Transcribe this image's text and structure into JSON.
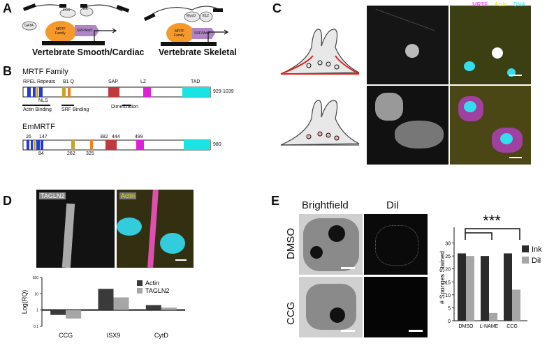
{
  "panels": {
    "a": {
      "label": "A",
      "left_title": "Vertebrate Smooth/Cardiac",
      "right_title": "Vertebrate Skeletal",
      "left_nodes": [
        "FOX",
        "NK",
        "GATA",
        "MRTF",
        "Family",
        "SRF/Mef2"
      ],
      "right_nodes": [
        "MyoD",
        "E12",
        "MRTF",
        "Family",
        "SRF/Mef2"
      ]
    },
    "b": {
      "label": "B",
      "mrtf_title": "MRTF Family",
      "mrtf_labels": {
        "rpel": "RPEL Repeats",
        "nls": "NLS",
        "b1q": "B1 Q",
        "sap": "SAP",
        "lz": "LZ",
        "tad": "TAD",
        "actin_binding": "Actin Binding",
        "srf_binding": "SRF Binding",
        "dimerization": "Dimerization",
        "length": "929-1039"
      },
      "em_title": "EmMRTF",
      "em_numbers": {
        "n26": "26",
        "n147": "147",
        "n84": "84",
        "n262": "262",
        "n325": "325",
        "n382": "382",
        "n444": "444",
        "n499": "499",
        "length": "980"
      }
    },
    "c": {
      "label": "C",
      "channel_mrtf": "MRTF",
      "channel_actin": "Actin",
      "channel_dna": "DNA"
    },
    "d": {
      "label": "D",
      "img1_label": "TAGLN2",
      "img2_label": "Actin"
    },
    "e": {
      "label": "E",
      "col_brightfield": "Brightfield",
      "col_dii": "DiI",
      "row_dmso": "DMSO",
      "row_ccg": "CCG",
      "significance": "***"
    }
  },
  "colors": {
    "ink": "#2b2b2b",
    "dii": "#a6a6a6",
    "actin_bar": "#3a3a3a",
    "tagln2_bar": "#a6a6a6",
    "rpel": "#1f3bd6",
    "nls": "#c9a227",
    "sap": "#c0393b",
    "lz": "#e020d8",
    "tad": "#19e3e3",
    "orange": "#f08020",
    "mrtf_channel": "#ff33ff",
    "actin_channel": "#e6e600",
    "dna_channel": "#33ddee"
  },
  "chart_data": [
    {
      "type": "bar",
      "panel": "D",
      "categories": [
        "CCG",
        "ISX9",
        "CytD"
      ],
      "series": [
        {
          "name": "Actin",
          "values": [
            0.5,
            20,
            2
          ]
        },
        {
          "name": "TAGLN2",
          "values": [
            0.3,
            6,
            1.4
          ]
        }
      ],
      "ylabel": "Log(RQ)",
      "yscale": "log",
      "ylim": [
        0.1,
        100
      ],
      "yticks": [
        "0.1",
        "1",
        "10",
        "100"
      ],
      "legend": "top-right"
    },
    {
      "type": "bar",
      "panel": "E",
      "categories": [
        "DMSO",
        "L-NAME",
        "CCG"
      ],
      "series": [
        {
          "name": "Ink",
          "values": [
            26,
            25,
            26
          ]
        },
        {
          "name": "DiI",
          "values": [
            25,
            3,
            12
          ]
        }
      ],
      "ylabel": "# Sponges Stained",
      "ylim": [
        0,
        35
      ],
      "yticks": [
        "0",
        "5",
        "10",
        "15",
        "20",
        "25",
        "30"
      ],
      "legend": "right"
    }
  ]
}
